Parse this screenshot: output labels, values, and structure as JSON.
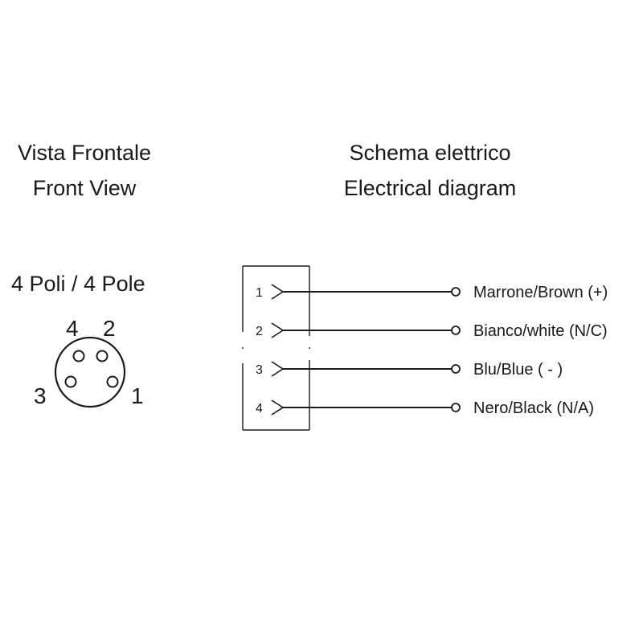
{
  "front_view": {
    "title_it": "Vista Frontale",
    "title_en": "Front View",
    "pole_label": "4 Poli / 4 Pole",
    "pins": [
      "1",
      "2",
      "3",
      "4"
    ]
  },
  "schema": {
    "title_it": "Schema elettrico",
    "title_en": "Electrical diagram",
    "wires": [
      {
        "num": "1",
        "label": "Marrone/Brown (+)"
      },
      {
        "num": "2",
        "label": "Bianco/white (N/C)"
      },
      {
        "num": "3",
        "label": "Blu/Blue ( - )"
      },
      {
        "num": "4",
        "label": "Nero/Black (N/A)"
      }
    ]
  }
}
